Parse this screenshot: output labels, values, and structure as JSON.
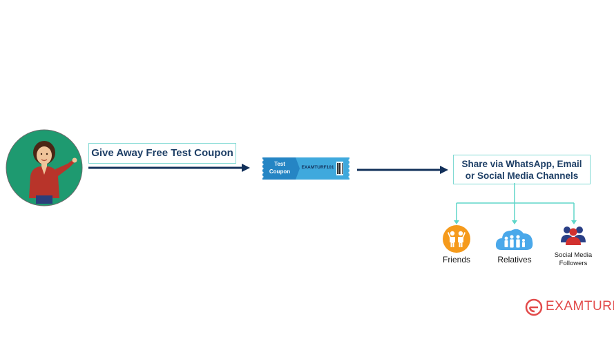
{
  "steps": {
    "give_label": "Give Away Free Test Coupon",
    "share_line1": "Share via WhatsApp, Email",
    "share_line2": "or Social Media Channels"
  },
  "coupon": {
    "title_line1": "Test",
    "title_line2": "Coupon",
    "code": "EXAMTURF101"
  },
  "targets": [
    {
      "label": "Friends",
      "icon": "friends-icon"
    },
    {
      "label": "Relatives",
      "icon": "family-cloud-icon"
    },
    {
      "label_line1": "Social Media",
      "label_line2": "Followers",
      "icon": "group-users-icon"
    }
  ],
  "brand": {
    "name": "EXAMTURF",
    "color": "#e24a4a"
  },
  "colors": {
    "arrow": "#12305a",
    "box_border": "#7fd9d3",
    "branch": "#5fd6c9",
    "coupon": "#3fa9dd",
    "avatar_bg": "#1e9a70"
  }
}
